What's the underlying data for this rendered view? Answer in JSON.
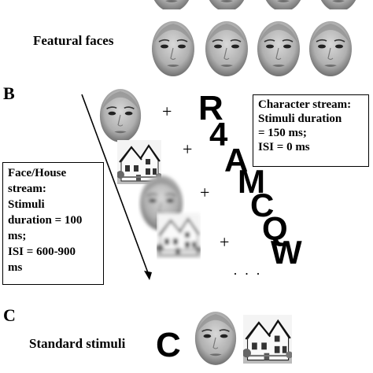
{
  "colors": {
    "background": "#ffffff",
    "text": "#000000"
  },
  "panel_a": {
    "caption": "Featural faces"
  },
  "panel_b": {
    "label": "B",
    "character_box": {
      "lines": [
        "Character stream:",
        "Stimuli duration",
        "= 150 ms;",
        "ISI = 0 ms"
      ]
    },
    "face_house_box": {
      "lines": [
        "Face/House",
        "stream:",
        "Stimuli",
        "duration = 100",
        "ms;",
        "ISI = 600-900",
        "ms"
      ]
    },
    "letters": [
      "R",
      "4",
      "A",
      "M",
      "C",
      "Q",
      "W"
    ],
    "plus_sign": "+",
    "ellipsis": "· · ·"
  },
  "panel_c": {
    "label": "C",
    "caption": "Standard stimuli",
    "letter": "C"
  }
}
